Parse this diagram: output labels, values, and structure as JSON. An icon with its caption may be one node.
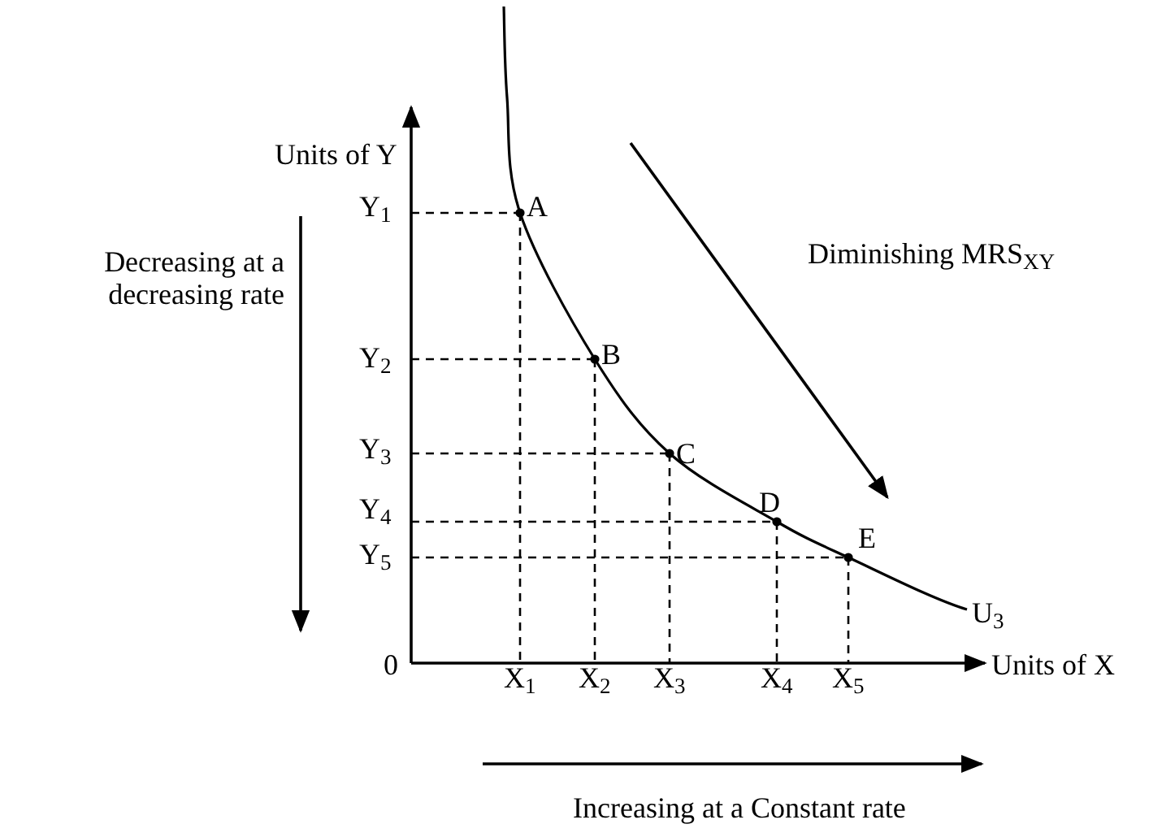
{
  "diagram": {
    "labels": [
      "Units of Y",
      "Y$_{1}$",
      "A",
      "Diminishing MRS$_{XY}$",
      "Decreasing at a decreasing rate",
      "Y$_{2}$",
      "B",
      "Y$_{3}$",
      "C",
      "Y$_{4}$",
      "D",
      "Y$_{5}$",
      "E",
      "U$_{3}$",
      "0",
      "X$_{1}$",
      "X$_{2}$",
      "X$_{3}$",
      "X$_{4}$",
      "X$_{5}$",
      "Units of X",
      "Increasing at a Constant rate"
    ]
  }
}
